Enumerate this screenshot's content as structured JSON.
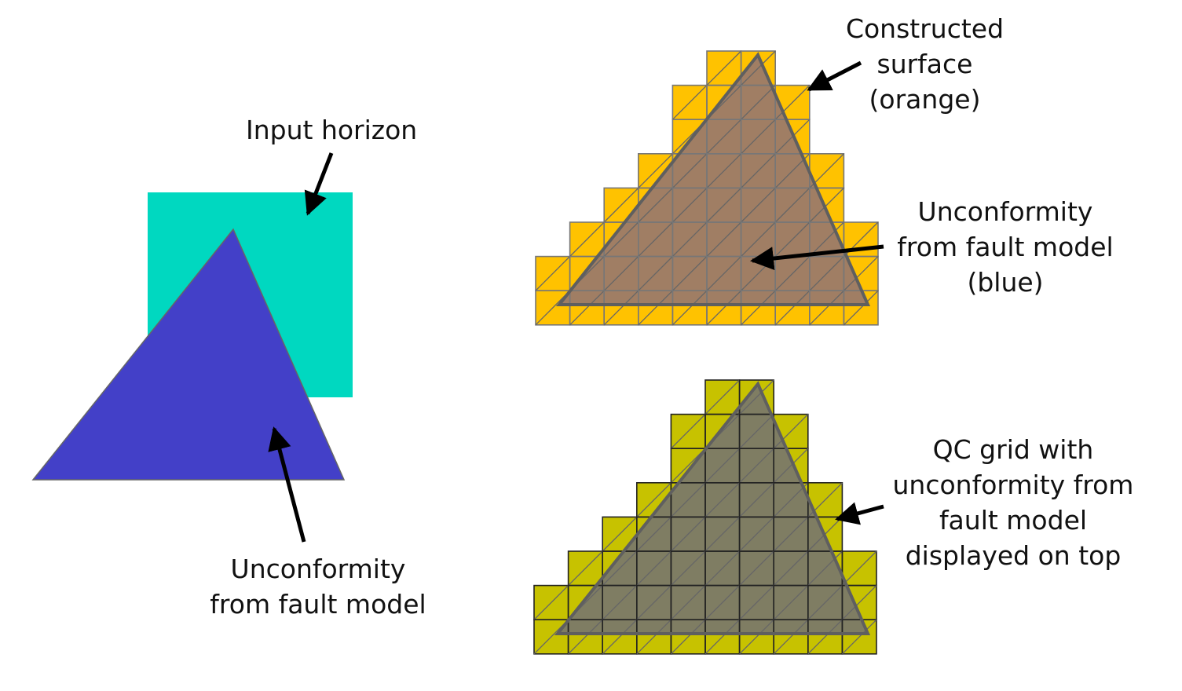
{
  "labels": {
    "input_horizon": "Input horizon",
    "unconformity_left": [
      "Unconformity",
      "from fault model"
    ],
    "constructed_surface": [
      "Constructed",
      "surface",
      "(orange)"
    ],
    "unconformity_blue": [
      "Unconformity",
      "from fault model",
      "(blue)"
    ],
    "qc_grid": [
      "QC grid with",
      "unconformity from",
      "fault model",
      "displayed on top"
    ]
  },
  "colors": {
    "horizon": "#00d8c0",
    "unconformity": "#4340c8",
    "constructed_cells": "#ffc200",
    "constructed_overlay": "#a07e64",
    "qc_cells": "#c7c200",
    "qc_overlay": "#7f7d63"
  },
  "grid_rows": [
    [
      5,
      6
    ],
    [
      4,
      7
    ],
    [
      4,
      7
    ],
    [
      3,
      8
    ],
    [
      2,
      8
    ],
    [
      1,
      9
    ],
    [
      0,
      9
    ],
    [
      0,
      9
    ]
  ]
}
